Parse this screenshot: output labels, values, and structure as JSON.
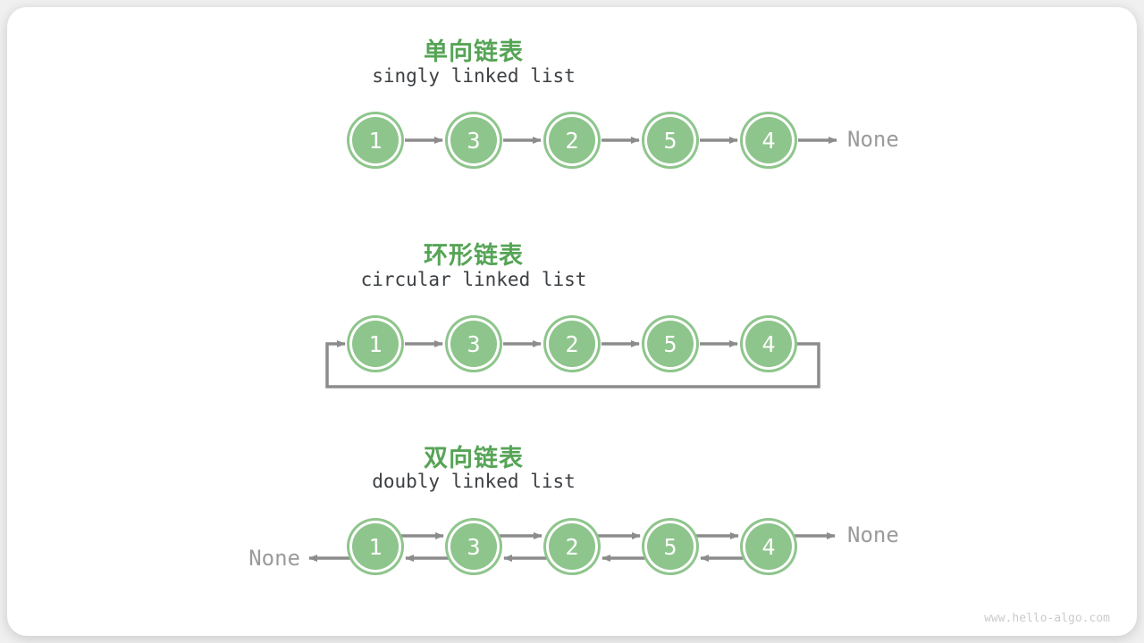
{
  "page": {
    "watermark": "www.hello-algo.com",
    "background_color": "#F0F0F0",
    "card_color": "#FFFFFF"
  },
  "colors": {
    "node_green": "#8EC58C",
    "heading_green": "#56A456",
    "arrow_gray": "#8C8C8C",
    "none_gray": "#9B9B9B",
    "subtitle_dark": "#3D4043",
    "watermark_gray": "#CBCBCB"
  },
  "lists": [
    {
      "title": "单向链表",
      "subtitle": "singly linked list",
      "nodes": [
        "1",
        "3",
        "2",
        "5",
        "4"
      ],
      "tail_label": "None"
    },
    {
      "title": "环形链表",
      "subtitle": "circular linked list",
      "nodes": [
        "1",
        "3",
        "2",
        "5",
        "4"
      ]
    },
    {
      "title": "双向链表",
      "subtitle": "doubly linked list",
      "nodes": [
        "1",
        "3",
        "2",
        "5",
        "4"
      ],
      "next_tail_label": "None",
      "prev_head_label": "None"
    }
  ]
}
